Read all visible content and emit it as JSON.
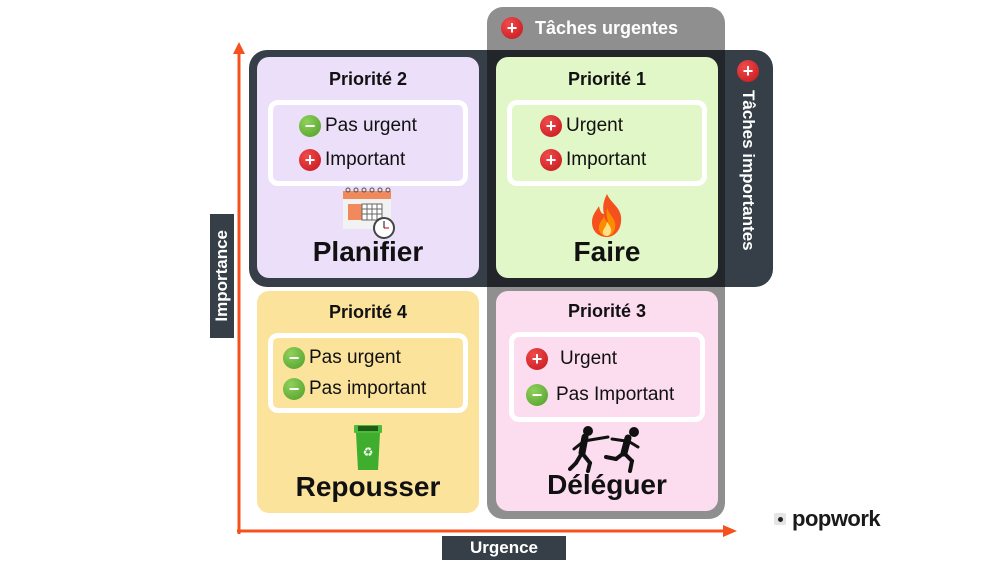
{
  "header_tabs": {
    "urgent_tasks": "Tâches urgentes",
    "important_tasks": "Tâches importantes"
  },
  "axes": {
    "y_label": "Importance",
    "x_label": "Urgence",
    "color": "#f4511e"
  },
  "quadrants": [
    {
      "priority": "Priorité 2",
      "criteria": [
        {
          "sign": "minus",
          "text": "Pas urgent"
        },
        {
          "sign": "plus",
          "text": "Important"
        }
      ],
      "icon": "calendar-clock-icon",
      "action": "Planifier",
      "color": "#ecdff9"
    },
    {
      "priority": "Priorité 1",
      "criteria": [
        {
          "sign": "plus",
          "text": "Urgent"
        },
        {
          "sign": "plus",
          "text": "Important"
        }
      ],
      "icon": "fire-icon",
      "action": "Faire",
      "color": "#e2f7c8"
    },
    {
      "priority": "Priorité 4",
      "criteria": [
        {
          "sign": "minus",
          "text": "Pas urgent"
        },
        {
          "sign": "minus",
          "text": "Pas important"
        }
      ],
      "icon": "recycle-bin-icon",
      "action": "Repousser",
      "color": "#fbe39c"
    },
    {
      "priority": "Priorité 3",
      "criteria": [
        {
          "sign": "plus",
          "text": "Urgent"
        },
        {
          "sign": "minus",
          "text": "Pas Important"
        }
      ],
      "icon": "relay-runners-icon",
      "action": "Déléguer",
      "color": "#fcdcef"
    }
  ],
  "signs": {
    "plus": "+",
    "minus": "−"
  },
  "brand": {
    "name": "popwork"
  }
}
